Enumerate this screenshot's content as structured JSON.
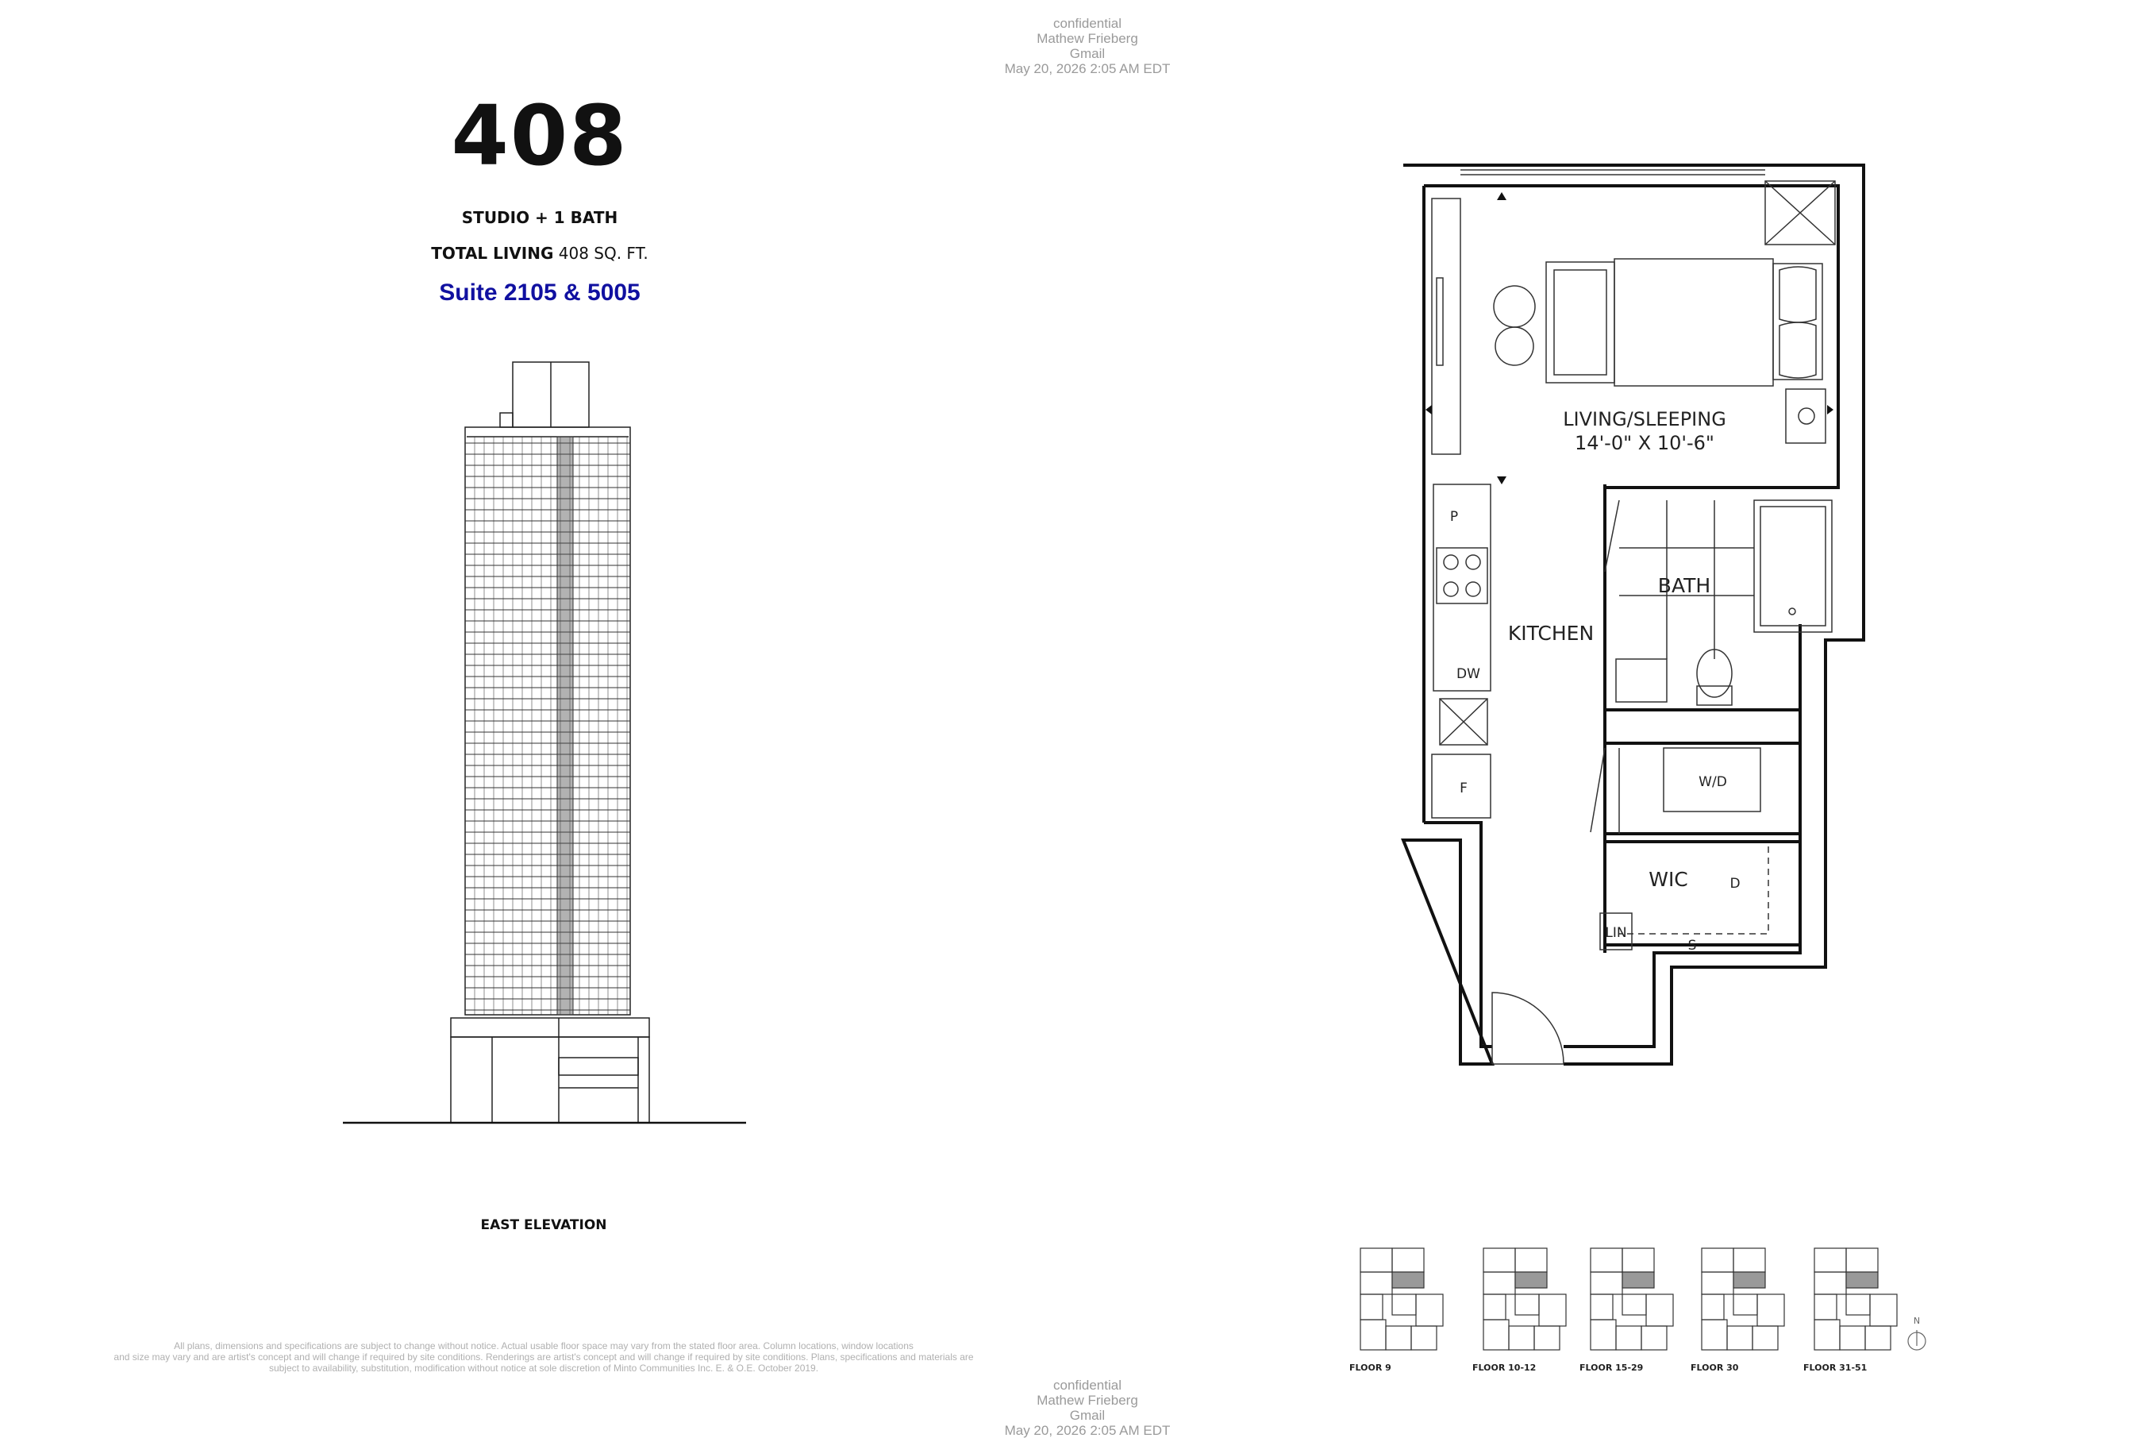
{
  "watermark": {
    "line1": "confidential",
    "line2": "Mathew Frieberg",
    "line3": "Gmail",
    "line4": "May 20, 2026 2:05 AM EDT"
  },
  "unit": {
    "number": "408",
    "type": "STUDIO + 1 BATH",
    "total_living_label": "TOTAL LIVING",
    "total_living_value": "408 SQ. FT.",
    "suite": "Suite 2105 & 5005"
  },
  "elevation": {
    "label": "EAST ELEVATION"
  },
  "plan": {
    "living_label": "LIVING/SLEEPING",
    "living_dims": "14'-0\" X 10'-6\"",
    "kitchen": "KITCHEN",
    "bath": "BATH",
    "wd": "W/D",
    "wic": "WIC",
    "lin": "LIN",
    "pantry": "P",
    "dishwasher": "DW",
    "fridge": "F",
    "drawer": "D",
    "shelf": "S"
  },
  "key_plans": [
    {
      "label": "FLOOR 9"
    },
    {
      "label": "FLOOR 10-12"
    },
    {
      "label": "FLOOR 15-29"
    },
    {
      "label": "FLOOR 30"
    },
    {
      "label": "FLOOR 31-51"
    }
  ],
  "compass": {
    "label": "N"
  },
  "disclaimer": {
    "line1": "All plans, dimensions and specifications are subject to change without notice. Actual usable floor space may vary from the stated floor area. Column locations, window locations",
    "line2": "and size may vary and are artist's concept and will change if required by site conditions. Renderings are artist's concept and will change if required by site conditions. Plans, specifications and materials are",
    "line3": "subject to availability, substitution, modification without notice at sole discretion of Minto Communities Inc. E. & O.E. October 2019."
  }
}
